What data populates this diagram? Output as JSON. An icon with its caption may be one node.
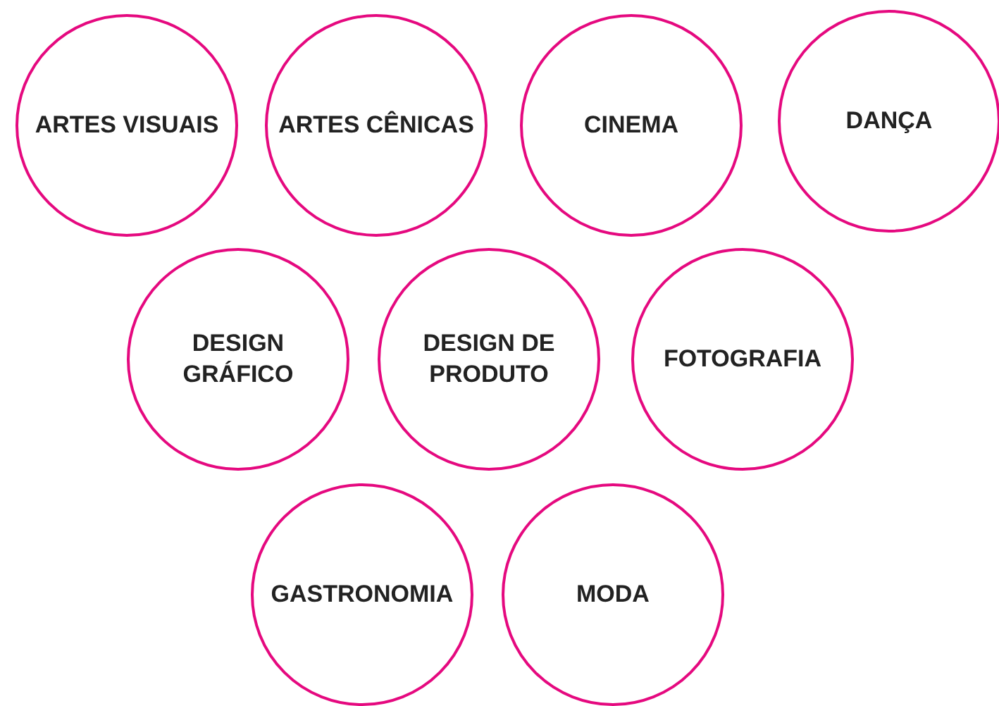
{
  "diagram": {
    "nodes": [
      {
        "text": [
          "ARTES VISUAIS"
        ]
      },
      {
        "text": [
          "ARTES CÊNICAS"
        ]
      },
      {
        "text": [
          "CINEMA"
        ]
      },
      {
        "text": [
          "DANÇA"
        ]
      },
      {
        "text": [
          "DESIGN GRÁFICO"
        ]
      },
      {
        "text": [
          "DESIGN DE PRODUTO"
        ]
      },
      {
        "text": [
          "FOTOGRAFIA"
        ]
      },
      {
        "text": [
          "GASTRONOMIA"
        ]
      },
      {
        "text": [
          "MODA"
        ]
      }
    ]
  }
}
